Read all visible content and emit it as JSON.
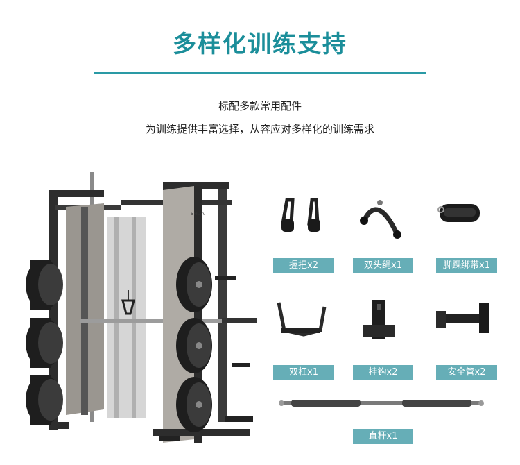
{
  "header": {
    "title": "多样化训练支持",
    "subtitle_line1": "标配多款常用配件",
    "subtitle_line2": "为训练提供丰富选择，从容应对多样化的训练需求"
  },
  "machine": {
    "brand_mark": "SHUA"
  },
  "accessories": [
    {
      "label": "握把x2",
      "icon": "handle-grips-icon"
    },
    {
      "label": "双头绳x1",
      "icon": "triceps-rope-icon"
    },
    {
      "label": "脚踝绑带x1",
      "icon": "ankle-strap-icon"
    },
    {
      "label": "双杠x1",
      "icon": "dip-bar-icon"
    },
    {
      "label": "挂钩x2",
      "icon": "j-hook-icon"
    },
    {
      "label": "安全管x2",
      "icon": "safety-spotter-icon"
    },
    {
      "label": "直杆x1",
      "icon": "straight-bar-icon"
    }
  ],
  "colors": {
    "accent": "#1b8e9a",
    "label_bg": "#66aeb7"
  }
}
